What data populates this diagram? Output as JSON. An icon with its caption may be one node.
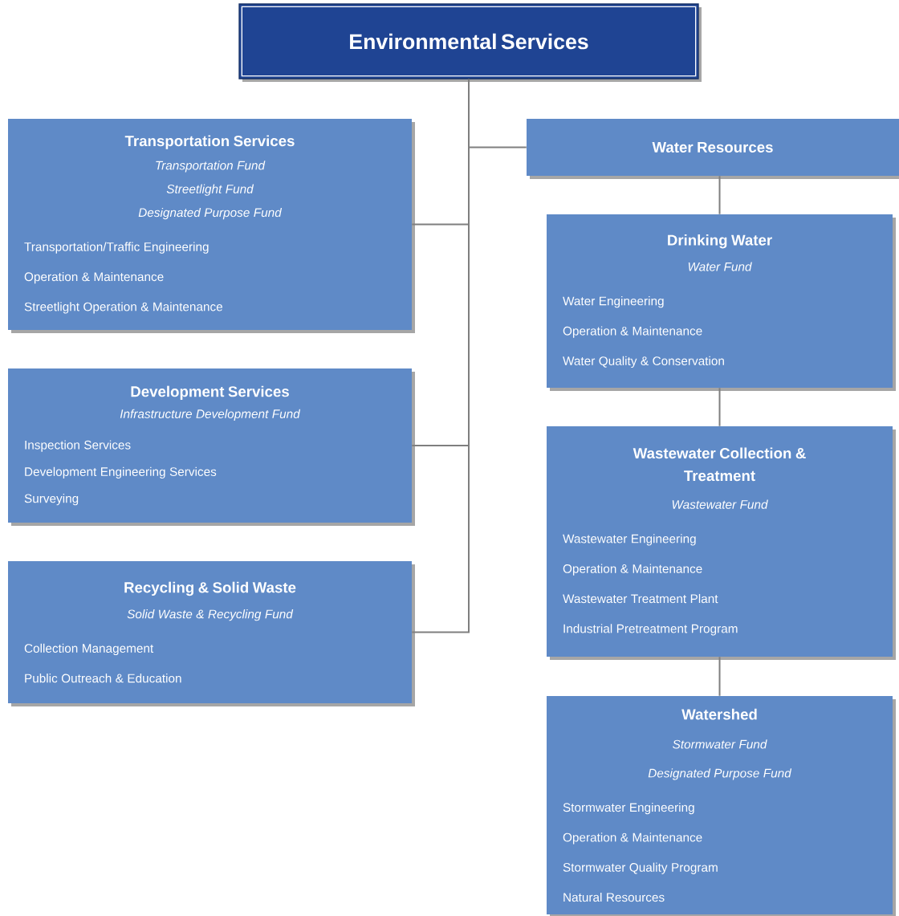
{
  "diagram": {
    "nodes": [
      {
        "text": [
          "Environmental Services"
        ]
      },
      {
        "text": [
          "Transportation Services",
          "Transportation Fund",
          "Streetlight Fund",
          "Designated Purpose Fund",
          "Transportation/Traffic Engineering",
          "Operation & Maintenance",
          "Streetlight Operation & Maintenance"
        ]
      },
      {
        "text": [
          "Development Services",
          "Infrastructure Development Fund",
          "Inspection Services",
          "Development Engineering Services",
          "Surveying"
        ]
      },
      {
        "text": [
          "Recycling & Solid Waste",
          "Solid Waste & Recycling Fund",
          "Collection Management",
          "Public Outreach & Education"
        ]
      },
      {
        "text": [
          "Water Resources"
        ]
      },
      {
        "text": [
          "Drinking Water",
          "Water Fund",
          "Water Engineering",
          "Operation & Maintenance",
          "Water Quality & Conservation"
        ]
      },
      {
        "text": [
          "Wastewater Collection & Treatment",
          "Wastewater Fund",
          "Wastewater Engineering",
          "Operation & Maintenance",
          "Wastewater Treatment Plant",
          "Industrial Pretreatment Program"
        ]
      },
      {
        "text": [
          "Watershed",
          "Stormwater Fund",
          "Designated Purpose Fund",
          "Stormwater Engineering",
          "Operation & Maintenance",
          "Stormwater Quality Program",
          "Natural Resources"
        ]
      }
    ],
    "edges": [
      {
        "from": 0,
        "to": 1,
        "arrow": "none"
      },
      {
        "from": 0,
        "to": 2,
        "arrow": "none"
      },
      {
        "from": 0,
        "to": 3,
        "arrow": "none"
      },
      {
        "from": 0,
        "to": 4,
        "arrow": "none"
      },
      {
        "from": 4,
        "to": 5,
        "arrow": "none"
      },
      {
        "from": 5,
        "to": 6,
        "arrow": "none"
      },
      {
        "from": 6,
        "to": 7,
        "arrow": "none"
      }
    ]
  }
}
